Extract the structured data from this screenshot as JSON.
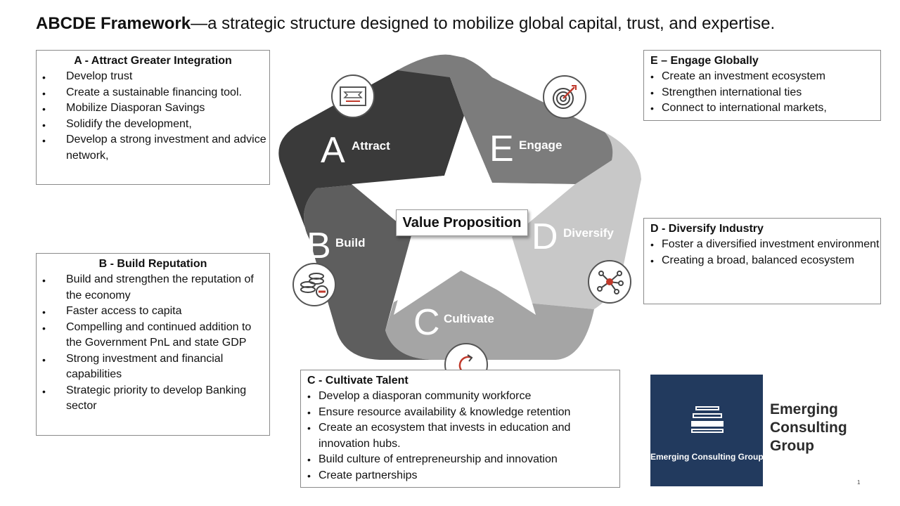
{
  "title": {
    "bold": "ABCDE Framework",
    "rest": "—a strategic structure designed to mobilize global capital, trust, and expertise."
  },
  "center_label": "Value Proposition",
  "segments": {
    "a": {
      "letter": "A",
      "label": "Attract",
      "color": "#3a3a3a"
    },
    "b": {
      "letter": "B",
      "label": "Build",
      "color": "#5e5e5e"
    },
    "c": {
      "letter": "C",
      "label": "Cultivate",
      "color": "#a5a5a5"
    },
    "d": {
      "letter": "D",
      "label": "Diversify",
      "color": "#c8c8c8"
    },
    "e": {
      "letter": "E",
      "label": "Engage",
      "color": "#7c7c7c"
    }
  },
  "boxes": {
    "a": {
      "heading": "A - Attract Greater Integration",
      "items": [
        "Develop trust",
        "Create a sustainable financing tool.",
        "Mobilize Diasporan Savings",
        "Solidify the development,",
        "Develop a strong investment and advice network,"
      ]
    },
    "b": {
      "heading": "B - Build  Reputation",
      "items": [
        "Build and strengthen the reputation of the  economy",
        "Faster access to capita",
        "Compelling and continued addition to the Government PnL and state GDP",
        "Strong investment and financial capabilities",
        "Strategic priority to develop Banking sector"
      ]
    },
    "c": {
      "heading": "C - Cultivate Talent",
      "items": [
        "Develop a diasporan community workforce",
        "Ensure  resource availability & knowledge retention",
        "Create an ecosystem that invests in education and innovation hubs.",
        "Build culture of entrepreneurship and innovation",
        "Create partnerships"
      ]
    },
    "d": {
      "heading": "D - Diversify Industry",
      "items": [
        "Foster a diversified investment environment",
        "Creating a broad, balanced ecosystem"
      ]
    },
    "e": {
      "heading": "E – Engage Globally",
      "items": [
        "Create an investment ecosystem",
        "Strengthen international ties",
        "Connect to international markets,"
      ]
    }
  },
  "icons": {
    "a": "certificate-icon",
    "b": "coins-icon",
    "c": "cycle-arrow-icon",
    "d": "network-icon",
    "e": "target-icon"
  },
  "logo": {
    "text": "Emerging Consulting Group",
    "accent": "#223a5e"
  },
  "company_name": [
    "Emerging",
    "Consulting",
    "Group"
  ],
  "page_number": "1"
}
